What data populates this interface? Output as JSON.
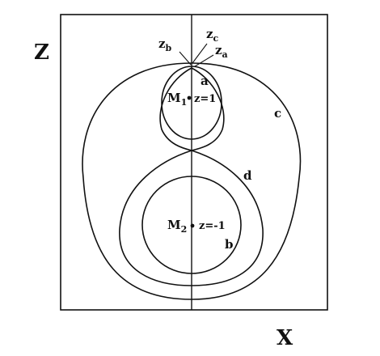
{
  "axes": {
    "z_label": "Z",
    "x_label": "X"
  },
  "points": {
    "zb": {
      "main": "z",
      "sub": "b"
    },
    "zc": {
      "main": "z",
      "sub": "c"
    },
    "za": {
      "main": "z",
      "sub": "a"
    }
  },
  "centers": {
    "m1": {
      "main": "M",
      "sub": "1",
      "value": "z=1"
    },
    "m2": {
      "main": "M",
      "sub": "2",
      "value": "z=-1"
    }
  },
  "curves": {
    "a": "a",
    "b": "b",
    "c": "c",
    "d": "d"
  }
}
